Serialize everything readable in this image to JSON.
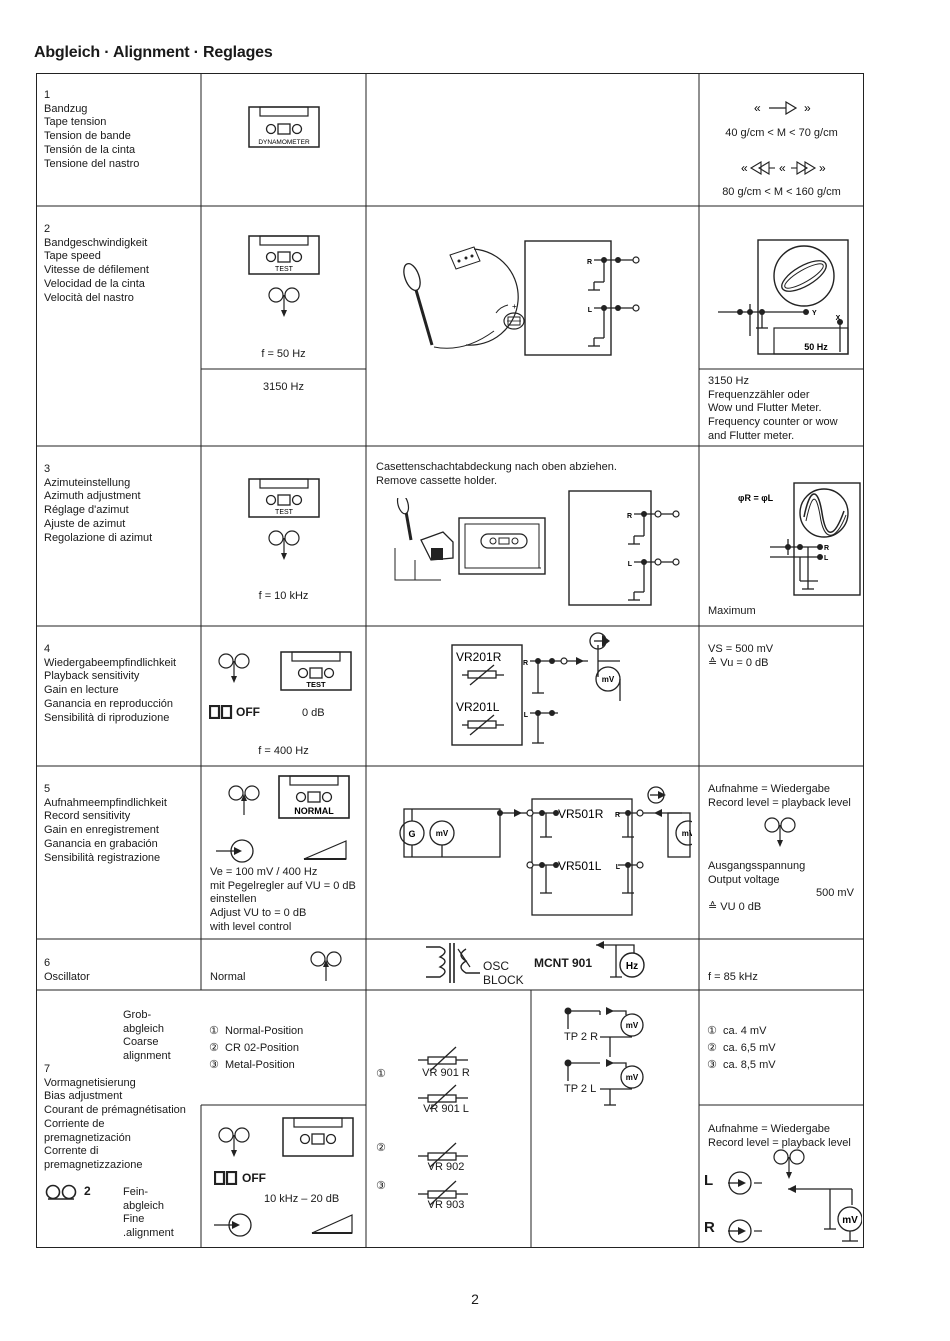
{
  "page_title": "Abgleich · Alignment · Reglages",
  "page_number": "2",
  "rows": {
    "r1": {
      "num": "1",
      "lines": [
        "Bandzug",
        "Tape tension",
        "Tension de bande",
        "Tensión de la cinta",
        "Tensione del nastro"
      ],
      "cassette_label": "DYNAMOMETER",
      "spec_a": "40 g/cm < M < 70 g/cm",
      "spec_b": "80 g/cm < M < 160 g/cm"
    },
    "r2": {
      "num": "2",
      "lines": [
        "Bandgeschwindigkeit",
        "Tape speed",
        "Vitesse de défilement",
        "Velocidad de la cinta",
        "Velocità del nastro"
      ],
      "cassette_label": "TEST",
      "freq": "f = 50 Hz",
      "freq2": "3150 Hz",
      "scope_label": "50 Hz",
      "sig_r": "R",
      "sig_l": "L",
      "axis_x": "X",
      "axis_y": "Y",
      "note": [
        "3150 Hz",
        "Frequenzzähler oder",
        "Wow und Flutter Meter.",
        "Frequency counter or wow",
        "and Flutter meter."
      ]
    },
    "r3": {
      "num": "3",
      "lines": [
        "Azimuteinstellung",
        "Azimuth adjustment",
        "Réglage d'azimut",
        "Ajuste de azimut",
        "Regolazione di azimut"
      ],
      "cassette_label": "TEST",
      "freq": "f = 10 kHz",
      "instr": [
        "Casettenschachtabdeckung nach oben abziehen.",
        "Remove cassette holder."
      ],
      "phase": "φR = φL",
      "sig_r": "R",
      "sig_l": "L",
      "result": "Maximum"
    },
    "r4": {
      "num": "4",
      "lines": [
        "Wiedergabeempfindlichkeit",
        "Playback sensitivity",
        "Gain en lecture",
        "Ganancia en reproducción",
        "Sensibilità di riproduzione"
      ],
      "cassette_label": "TEST",
      "dolby": "OFF",
      "level": "0 dB",
      "freq": "f = 400 Hz",
      "vr_r": "VR201R",
      "vr_l": "VR201L",
      "sig_r": "R",
      "sig_l": "L",
      "meter": "mV",
      "spec_a": "VS = 500 mV",
      "spec_b": "≙ Vu = 0 dB"
    },
    "r5": {
      "num": "5",
      "lines": [
        "Aufnahmeempfindlichkeit",
        "Record sensitivity",
        "Gain en enregistrement",
        "Ganancia en grabación",
        "Sensibilità registrazione"
      ],
      "cassette_label": "NORMAL",
      "instr": [
        "Ve = 100 mV / 400 Hz",
        "mit Pegelregler auf VU = 0 dB",
        "einstellen",
        "Adjust VU to = 0 dB",
        "with level control"
      ],
      "vr_r": "VR501R",
      "vr_l": "VR501L",
      "gen": "G",
      "meter": "mV",
      "sig_r": "R",
      "sig_l": "L",
      "note_a": [
        "Aufnahme = Wiedergabe",
        "Record level = playback level"
      ],
      "note_b": [
        "Ausgangsspannung",
        "Output voltage"
      ],
      "voltage": "500 mV",
      "vu": "≙ VU 0 dB"
    },
    "r6": {
      "num": "6",
      "name": "Oscillator",
      "mode": "Normal",
      "block": [
        "OSC",
        "BLOCK"
      ],
      "mcnt": "MCNT 901",
      "meter": "Hz",
      "freq": "f = 85 kHz"
    },
    "r7": {
      "num": "7",
      "coarse": [
        "Grob-",
        "abgleich",
        "Coarse",
        "alignment"
      ],
      "lines": [
        "Vormagnetisierung",
        "Bias adjustment",
        "Courant de prémagnétisation",
        "Corriente de",
        "premagnetización",
        "Corrente di",
        "premagnetizzazione"
      ],
      "mode_num": "2",
      "fine": [
        "Fein-",
        "abgleich",
        "Fine",
        ".alignment"
      ],
      "positions": [
        "Normal-Position",
        "CR 02-Position",
        "Metal-Position"
      ],
      "circle_nums": [
        "①",
        "②",
        "③"
      ],
      "dolby": "OFF",
      "freq_range": "10 kHz – 20 dB",
      "vr": [
        "VR 901 R",
        "VR 901 L",
        "VR 902",
        "VR 903"
      ],
      "tp": [
        "TP 2 R",
        "TP 2 L"
      ],
      "meter": "mV",
      "values": [
        "ca. 4   mV",
        "ca. 6,5 mV",
        "ca. 8,5 mV"
      ],
      "note": [
        "Aufnahme = Wiedergabe",
        "Record level = playback level"
      ],
      "ch_l": "L",
      "ch_r": "R"
    }
  }
}
